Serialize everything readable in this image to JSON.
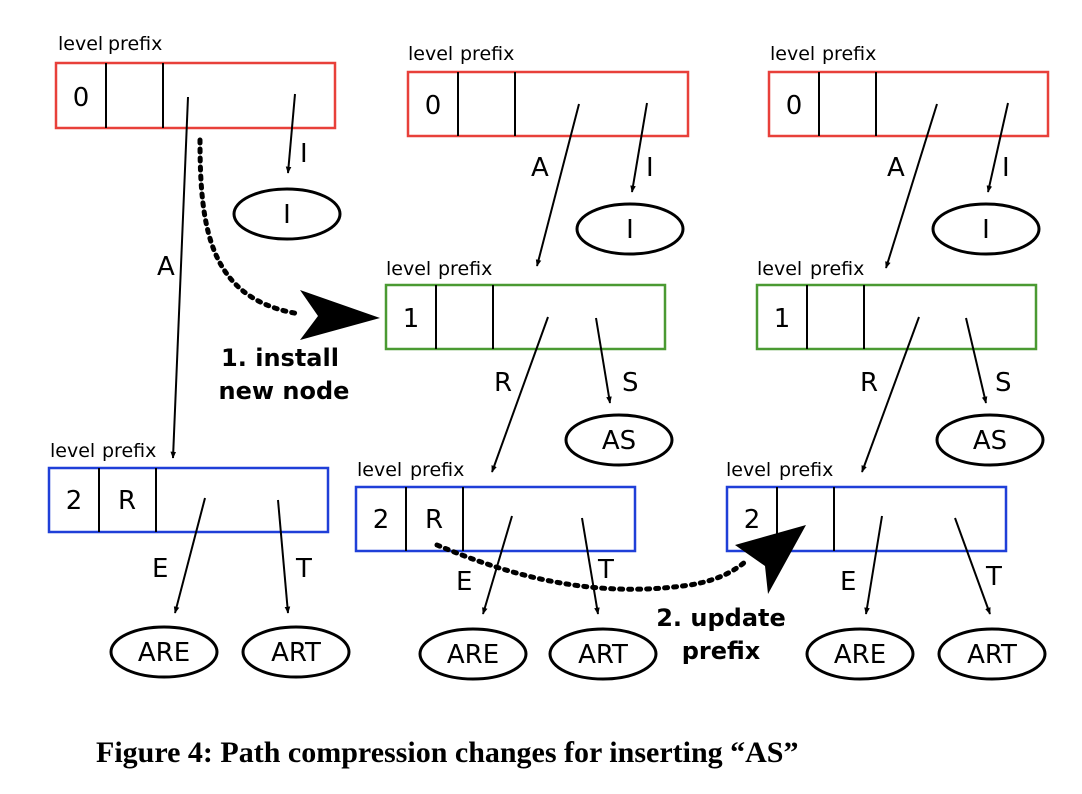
{
  "header_labels": {
    "level": "level",
    "prefix": "prefix"
  },
  "colors": {
    "level0": "#e8403a",
    "level1": "#4a9a32",
    "level2": "#1f3fd8",
    "line": "#000000"
  },
  "stage1": {
    "root": {
      "level": "0",
      "prefix": ""
    },
    "leaf_I": {
      "edge": "I",
      "label": "I"
    },
    "node2": {
      "edge": "A",
      "level": "2",
      "prefix": "R"
    },
    "leaf_ARE": {
      "edge": "E",
      "label": "ARE"
    },
    "leaf_ART": {
      "edge": "T",
      "label": "ART"
    }
  },
  "stage2": {
    "root": {
      "level": "0",
      "prefix": ""
    },
    "leaf_I": {
      "edge": "I",
      "label": "I"
    },
    "node1": {
      "edge": "A",
      "level": "1",
      "prefix": ""
    },
    "leaf_AS": {
      "edge": "S",
      "label": "AS"
    },
    "node2": {
      "edge": "R",
      "level": "2",
      "prefix": "R"
    },
    "leaf_ARE": {
      "edge": "E",
      "label": "ARE"
    },
    "leaf_ART": {
      "edge": "T",
      "label": "ART"
    }
  },
  "stage3": {
    "root": {
      "level": "0",
      "prefix": ""
    },
    "leaf_I": {
      "edge": "I",
      "label": "I"
    },
    "node1": {
      "edge": "A",
      "level": "1",
      "prefix": ""
    },
    "leaf_AS": {
      "edge": "S",
      "label": "AS"
    },
    "node2": {
      "edge": "R",
      "level": "2",
      "prefix": ""
    },
    "leaf_ARE": {
      "edge": "E",
      "label": "ARE"
    },
    "leaf_ART": {
      "edge": "T",
      "label": "ART"
    }
  },
  "steps": {
    "install": [
      "1. install",
      "new node"
    ],
    "update": [
      "2. update",
      "prefix"
    ]
  },
  "caption": "Figure 4: Path compression changes for inserting “AS”"
}
